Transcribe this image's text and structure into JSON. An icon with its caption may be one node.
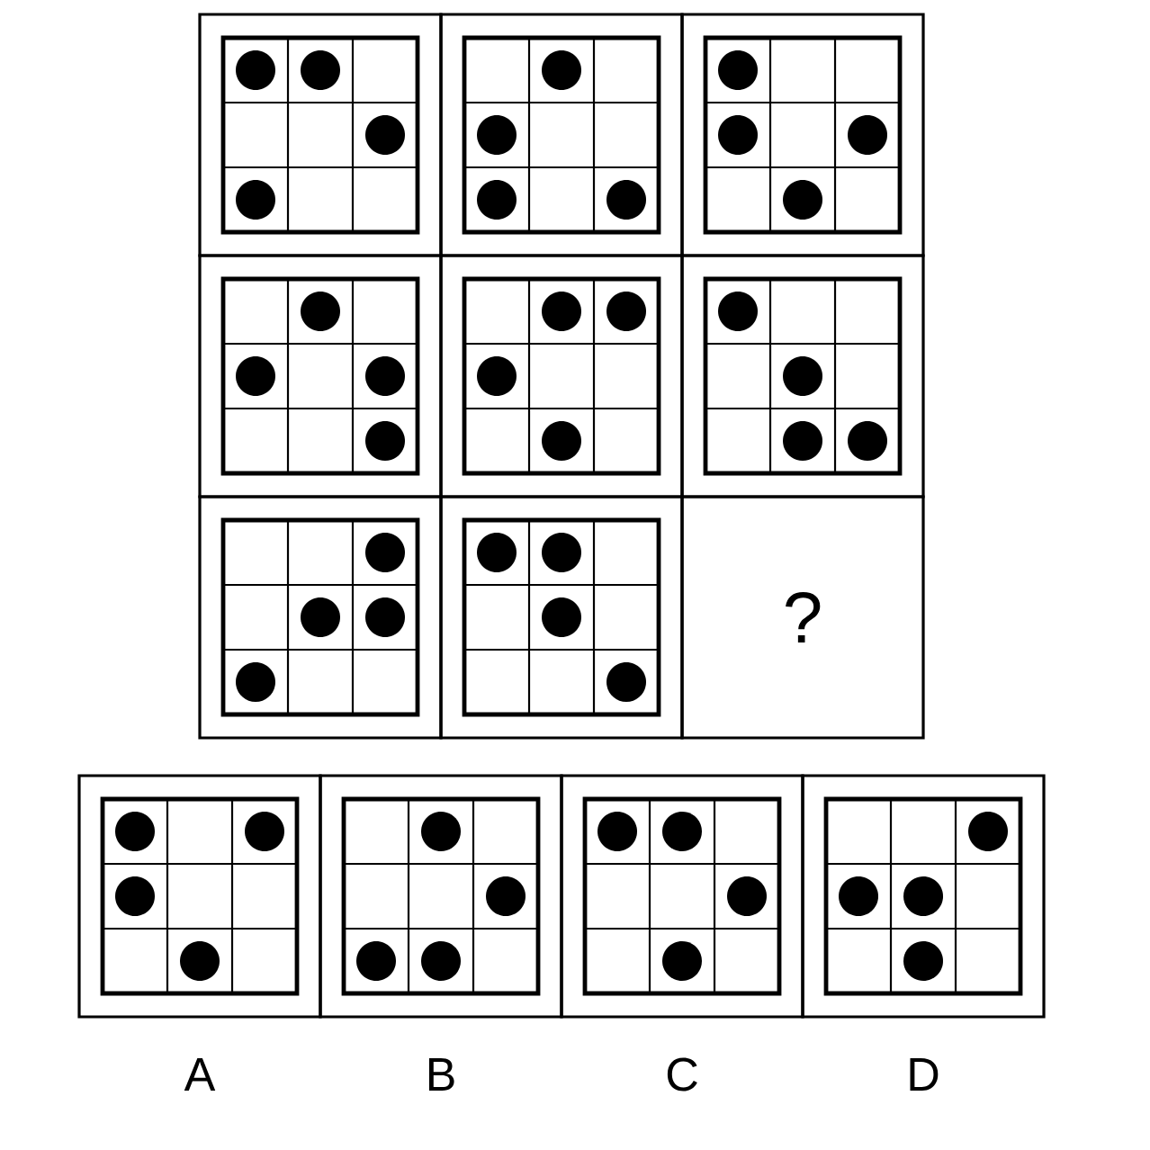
{
  "diagram": {
    "nodes": [
      {
        "text": [],
        "shape": "box"
      },
      {
        "text": [],
        "shape": "box"
      },
      {
        "text": [],
        "shape": "box"
      },
      {
        "text": [],
        "shape": "box"
      },
      {
        "text": [],
        "shape": "box"
      },
      {
        "text": [],
        "shape": "box"
      },
      {
        "text": [],
        "shape": "box"
      },
      {
        "text": [],
        "shape": "box"
      },
      {
        "text": [
          "?"
        ]
      },
      {
        "text": [],
        "shape": "box",
        "beside": [
          "A"
        ]
      },
      {
        "text": [],
        "shape": "box",
        "beside": [
          "B"
        ]
      },
      {
        "text": [],
        "shape": "box",
        "beside": [
          "C"
        ]
      },
      {
        "text": [],
        "shape": "box",
        "beside": [
          "D"
        ]
      }
    ]
  }
}
